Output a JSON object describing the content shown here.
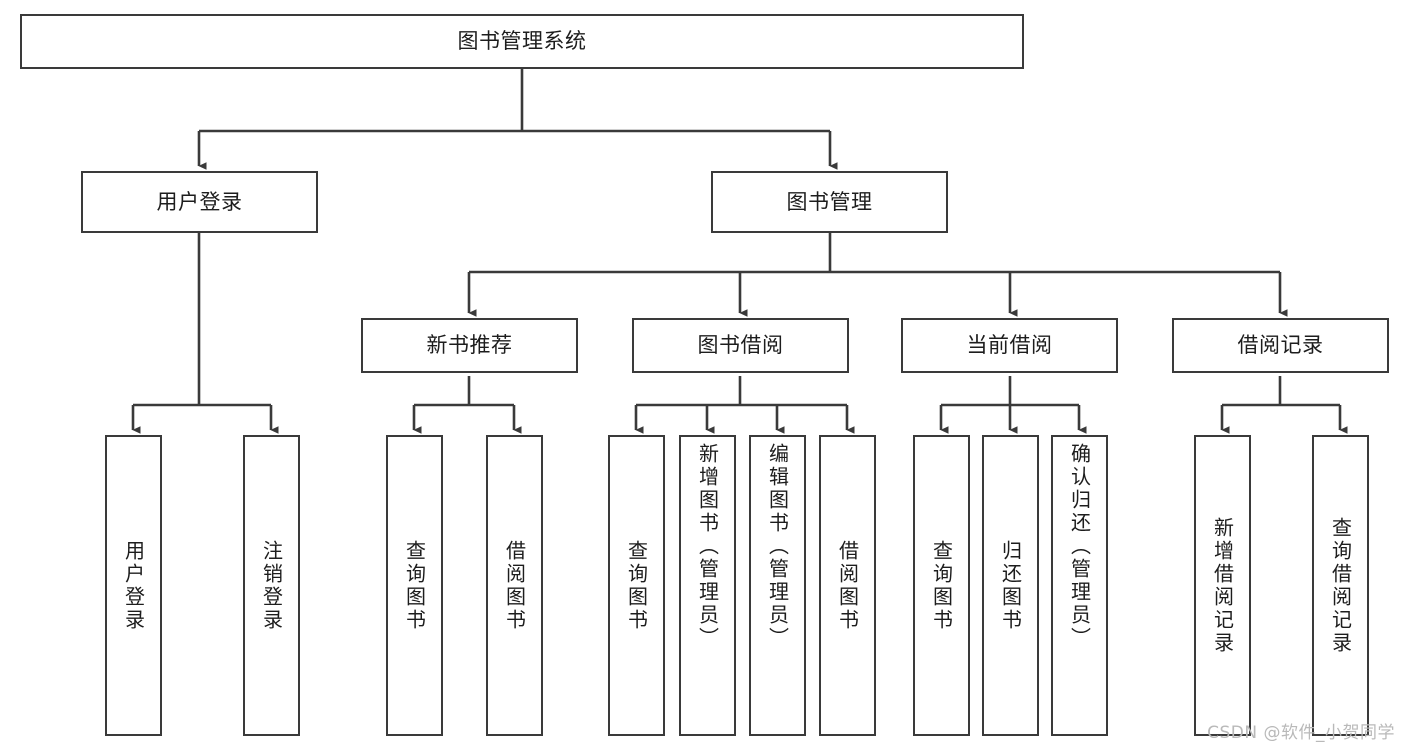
{
  "diagram": {
    "title": "图书管理系统",
    "root": {
      "label": "图书管理系统"
    },
    "level2": [
      {
        "label": "用户登录"
      },
      {
        "label": "图书管理"
      }
    ],
    "level3": [
      {
        "label": "新书推荐"
      },
      {
        "label": "图书借阅"
      },
      {
        "label": "当前借阅"
      },
      {
        "label": "借阅记录"
      }
    ],
    "leaves": [
      {
        "label": "用户登录"
      },
      {
        "label": "注销登录"
      },
      {
        "label": "查询图书"
      },
      {
        "label": "借阅图书"
      },
      {
        "label": "查询图书"
      },
      {
        "label": "新增图书（管理员）"
      },
      {
        "label": "编辑图书（管理员）"
      },
      {
        "label": "借阅图书"
      },
      {
        "label": "查询图书"
      },
      {
        "label": "归还图书"
      },
      {
        "label": "确认归还（管理员）"
      },
      {
        "label": "新增借阅记录"
      },
      {
        "label": "查询借阅记录"
      }
    ],
    "watermark": "CSDN @软件_小贺同学",
    "colors": {
      "stroke": "#3a3a3a",
      "background": "#ffffff",
      "text": "#1d1d1d",
      "watermark": "#b9b9b9"
    }
  }
}
